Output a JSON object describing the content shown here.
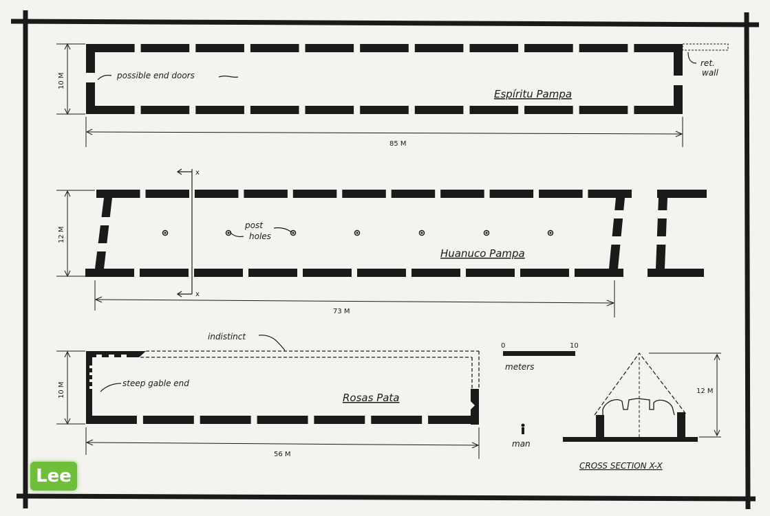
{
  "colors": {
    "ink": "#1a1a1a",
    "paper": "#f4f3ef",
    "badge": "#6fbf3a"
  },
  "espiritu": {
    "title": "Espíritu Pampa",
    "door_note": "possible end doors",
    "wall_note_1": "ret.",
    "wall_note_2": "wall",
    "height": "10 M",
    "length": "85 M"
  },
  "huanuco": {
    "title": "Huanuco Pampa",
    "post_note_1": "post",
    "post_note_2": "holes",
    "height": "12 M",
    "length": "73 M",
    "section_mark": "x"
  },
  "rosas": {
    "title": "Rosas Pata",
    "top_note": "indistinct",
    "gable_note": "steep gable end",
    "height": "10 M",
    "length": "56 M"
  },
  "scale": {
    "start": "0",
    "end": "10",
    "unit": "meters",
    "figure_label": "man"
  },
  "section": {
    "title": "CROSS SECTION X-X",
    "height": "12 M"
  },
  "badge": "Lee"
}
